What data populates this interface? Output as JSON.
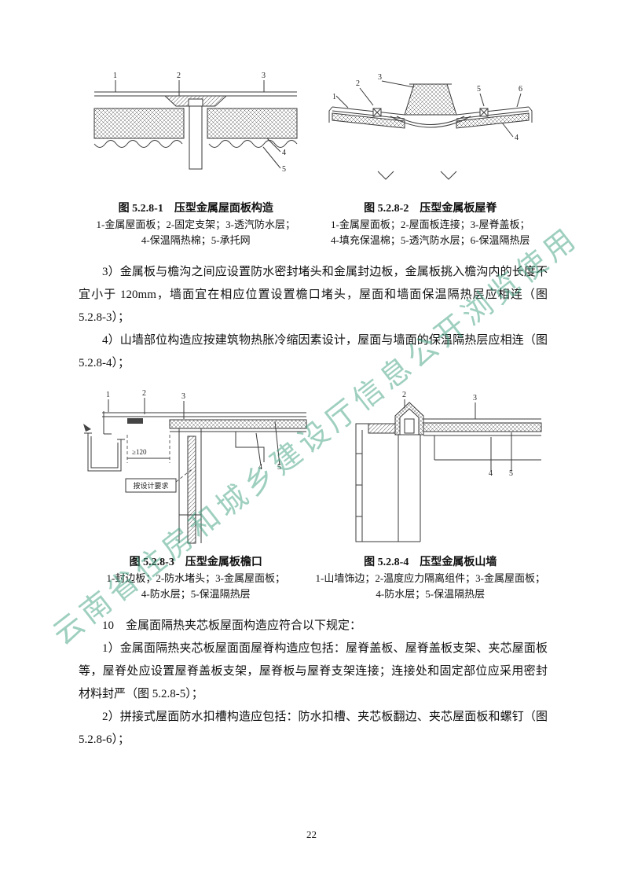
{
  "page": {
    "number": "22"
  },
  "watermark": {
    "text": "云南省住房和城乡建设厅信息公开浏览使用"
  },
  "figures": {
    "fig1": {
      "caption": "图 5.2.8-1　压型金属屋面板构造",
      "legend1": "1-金属屋面板；2-固定支架；3-透汽防水层；",
      "legend2": "4-保温隔热棉；5-承托网",
      "labels": [
        "1",
        "2",
        "3",
        "4",
        "5"
      ]
    },
    "fig2": {
      "caption": "图 5.2.8-2　压型金属板屋脊",
      "legend1": "1-金属屋面板；2-屋面板连接；3-屋脊盖板；",
      "legend2": "4-填充保温棉；5-透汽防水层；6-保温隔热层",
      "labels": [
        "1",
        "2",
        "3",
        "4",
        "5",
        "6"
      ]
    },
    "fig3": {
      "caption": "图 5.2.8-3　压型金属板檐口",
      "legend1": "1-封边板；2-防水堵头；3-金属屋面板；",
      "legend2": "4-防水层；5-保温隔热层",
      "labels": [
        "1",
        "2",
        "3",
        "4",
        "5"
      ],
      "dim": "≥120",
      "note": "按设计要求"
    },
    "fig4": {
      "caption": "图 5.2.8-4　压型金属板山墙",
      "legend1": "1-山墙饰边；2-温度应力隔离组件；3-金属屋面板；",
      "legend2": "4-防水层；5-保温隔热层",
      "labels": [
        "2",
        "3",
        "4",
        "5"
      ]
    }
  },
  "paragraphs": {
    "p3": "3）金属板与檐沟之间应设置防水密封堵头和金属封边板，金属板挑入檐沟内的长度不宜小于 120mm，墙面宜在相应位置设置檐口堵头，屋面和墙面保温隔热层应相连（图 5.2.8-3）；",
    "p4": "4）山墙部位构造应按建筑物热胀冷缩因素设计，屋面与墙面的保温隔热层应相连（图 5.2.8-4）；",
    "p10": "10　金属面隔热夹芯板屋面构造应符合以下规定：",
    "p10_1": "1）金属面隔热夹芯板屋面面屋脊构造应包括：屋脊盖板、屋脊盖板支架、夹芯屋面板等，屋脊处应设置屋脊盖板支架，屋脊板与屋脊支架连接；连接处和固定部位应采用密封材料封严（图 5.2.8-5）；",
    "p10_2": "2）拼接式屋面防水扣槽构造应包括：防水扣槽、夹芯板翻边、夹芯屋面板和螺钉（图 5.2.8-6）；"
  }
}
